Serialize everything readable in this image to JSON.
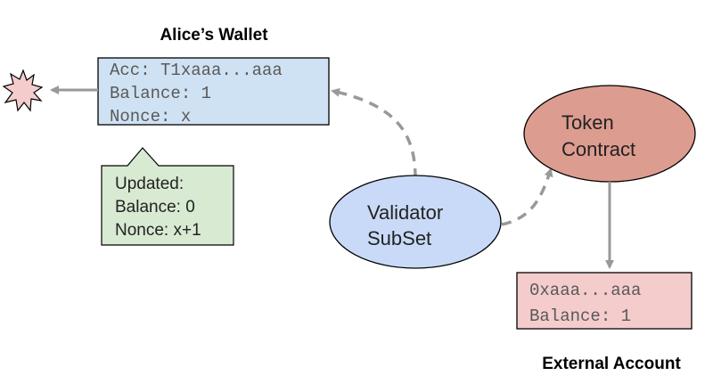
{
  "wallet": {
    "title": "Alice’s Wallet",
    "lines": [
      "Acc: T1xaaa...aaa",
      "Balance: 1",
      "Nonce: x"
    ],
    "fill": "#cfe2f3"
  },
  "callout": {
    "lines": [
      "Updated:",
      "Balance: 0",
      "Nonce: x+1"
    ],
    "fill": "#d9ead3"
  },
  "validator": {
    "lines": [
      "Validator",
      "SubSet"
    ],
    "fill": "#c9daf8"
  },
  "token_contract": {
    "lines": [
      "Token",
      "Contract"
    ],
    "fill": "#dd9c90"
  },
  "external_account": {
    "title": "External Account",
    "lines": [
      "0xaaa...aaa",
      "Balance: 1"
    ],
    "fill": "#f4cccc"
  },
  "burst": {
    "fill": "#f4cccc"
  },
  "colors": {
    "stroke": "#000000",
    "arrow": "#999999"
  }
}
